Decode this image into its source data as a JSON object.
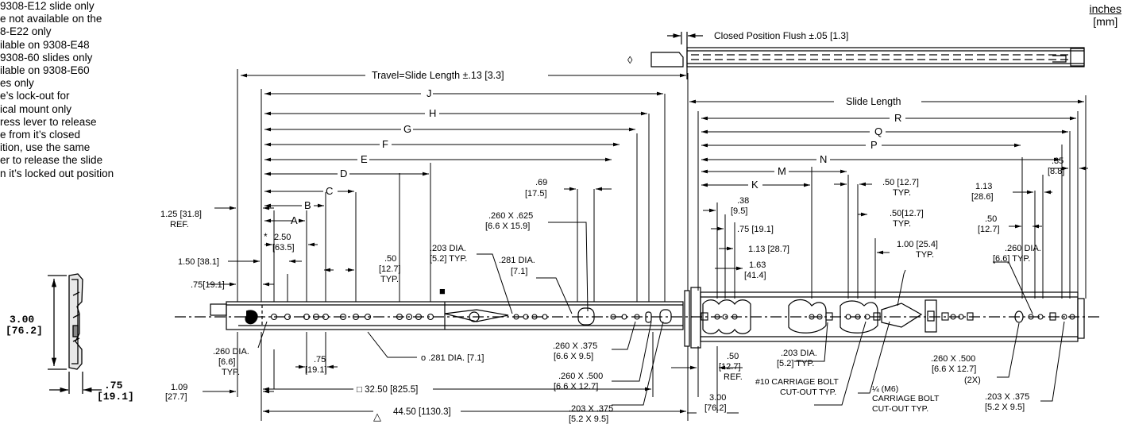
{
  "notes": [
    "9308-E12 slide only",
    "e not available on the",
    "8-E22 only",
    "ilable on 9308-E48",
    " 9308-60 slides only",
    "ilable on 9308-E60",
    "es only",
    "e’s lock-out for",
    "ical mount only",
    "ress lever to release",
    "e from it’s closed",
    "ition, use the same",
    "er to release the slide",
    "n it’s locked out position"
  ],
  "units": {
    "inches": "inches",
    "mm": "[mm]"
  },
  "top_view": {
    "closed_flush": "Closed Position Flush ±.05 [1.3]",
    "diamond": "◊"
  },
  "left_dims": {
    "travel": "Travel=Slide Length ±.13 [3.3]",
    "J": "J",
    "H": "H",
    "G": "G",
    "F": "F",
    "E": "E",
    "D": "D",
    "C": "C",
    "B": "B",
    "A": "A",
    "ref_125": "1.25  [31.8]",
    "ref_label": "REF.",
    "a250_star": "*",
    "a250": "2.50",
    "a250_mm": "[63.5]",
    "d150": "1.50  [38.1]",
    "d075": ".75[19.1]",
    "d50": ".50",
    "d50_mm": "[12.7]",
    "typ": "TYP.",
    "d69": ".69",
    "d69_mm": "[17.5]",
    "slot260x625": ".260 X .625",
    "slot260x625_mm": "[6.6 X 15.9]",
    "dia203": ".203 DIA.",
    "dia203_mm": "[5.2] TYP.",
    "dia281": ".281 DIA.",
    "dia281_mm": "[7.1]",
    "square_sym": "■",
    "dia260": ".260 DIA.",
    "dia260_mm": "[6.6]",
    "dia260_typ": "TYP.",
    "d75b": ".75",
    "d75b_mm": "[19.1]",
    "circ281": "o .281 DIA. [7.1]",
    "d109": "1.09",
    "d109_mm": "[27.7]",
    "d3250": "□  32.50  [825.5]",
    "d4450_sym": "△",
    "d4450": "44.50  [1130.3]",
    "slot260x375": ".260 X .375",
    "slot260x375_mm": "[6.6 X 9.5]",
    "slot260x500": ".260 X .500",
    "slot260x500_mm": "[6.6 X 12.7]",
    "slot203x375": ".203 X .375",
    "slot203x375_mm": "[5.2 X 9.5]"
  },
  "right_dims": {
    "slide_length": "Slide Length",
    "R": "R",
    "Q": "Q",
    "P": "P",
    "N": "N",
    "M": "M",
    "K": "K",
    "d38": ".38",
    "d38_mm": "[9.5]",
    "d75": ".75  [19.1]",
    "d113": "1.13  [28.7]",
    "d163": "1.63",
    "d163_mm": "[41.4]",
    "d50a": ".50  [12.7]",
    "d50a_typ": "TYP.",
    "d50b": ".50[12.7]",
    "d50b_typ": "TYP.",
    "d100": "1.00  [25.4]",
    "d100_typ": "TYP.",
    "d35": ".35",
    "d35_mm": "[8.8]",
    "d113r": "1.13",
    "d113r_mm": "[28.6]",
    "d50r": ".50",
    "d50r_mm": "[12.7]",
    "dia260r": ".260  DIA.",
    "dia260r_mm": "[6.6]  TYP.",
    "d50c": ".50",
    "d50c_mm": "[12.7]",
    "d50c_ref": "REF.",
    "dia203r": ".203 DIA.",
    "dia203r_mm": "[5.2]  TYP.",
    "bolt10": "#10 CARRIAGE BOLT",
    "bolt10b": "CUT-OUT TYP.",
    "boltm6": "¼  (M6)",
    "boltm6b": "CARRIAGE BOLT",
    "boltm6c": "CUT-OUT TYP.",
    "d300": "3.00",
    "d300_mm": "[76.2]",
    "slot260x500r": ".260 X .500",
    "slot260x500r_mm": "[6.6 X 12.7]",
    "slot260x500r_qty": "(2X)",
    "slot203x375r": ".203 X .375",
    "slot203x375r_mm": "[5.2 X 9.5]"
  },
  "section": {
    "height": "3.00",
    "height_mm": "[76.2]",
    "width": ".75",
    "width_mm": "[19.1]"
  }
}
